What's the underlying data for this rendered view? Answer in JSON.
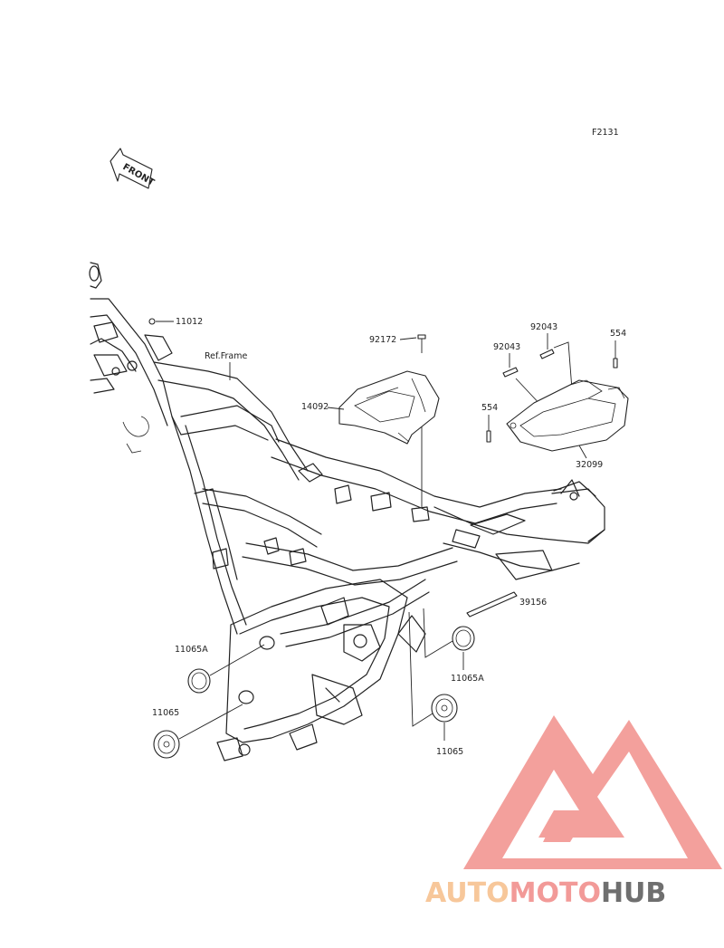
{
  "figure_code": "F2131",
  "front_label": "FRONT",
  "ref_frame": "Ref.Frame",
  "parts": {
    "p11012": "11012",
    "p92172": "92172",
    "p14092": "14092",
    "p92043_top": "92043",
    "p92043_left": "92043",
    "p554_right": "554",
    "p554_left": "554",
    "p32099": "32099",
    "p39156": "39156",
    "p11065A_left": "11065A",
    "p11065_left": "11065",
    "p11065A_right": "11065A",
    "p11065_right": "11065"
  },
  "watermark": {
    "part1": "AUTO",
    "part2": "MOTO",
    "part3": "HUB",
    "colors": {
      "orange": "#f7c79a",
      "red": "#f29a98",
      "grey": "#6f6f6f",
      "logo": "#f08884"
    }
  }
}
